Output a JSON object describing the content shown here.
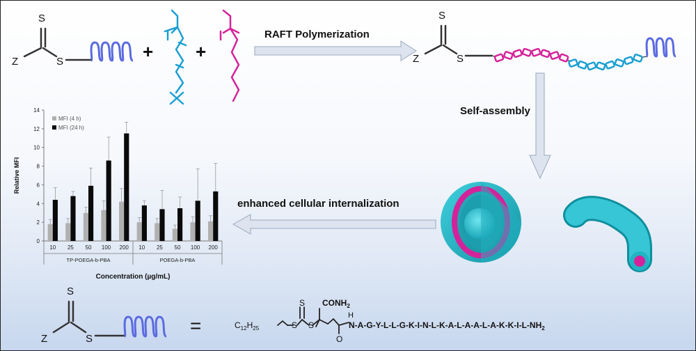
{
  "scheme": {
    "atoms": {
      "s": "S",
      "z": "Z"
    },
    "plus": "+",
    "equals": "=",
    "step_raft": "RAFT Polymerization",
    "step_self_assembly": "Self-assembly",
    "step_uptake": "enhanced cellular internalization",
    "peptide_sequence": "N-A-G-Y-L-L-G-K-I-N-L-K-A-L-A-A-L-A-K-K-I-L-NH",
    "peptide_sub": "2",
    "chain_prefix": "C",
    "chain_sub1": "12",
    "chain_mid": "H",
    "chain_sub2": "25",
    "conh2": "CONH",
    "conh2_sub": "2",
    "h_atom": "H",
    "o_atom": "O",
    "colors": {
      "blue": "#1b9fd2",
      "magenta": "#d4239a",
      "helix": "#5a6be0",
      "sphere": "#2bb8c9",
      "arrow": "#c9d3e3"
    }
  },
  "chart_data": {
    "type": "bar",
    "ylabel": "Relative MFI",
    "xlabel": "Concentration (µg/mL)",
    "ylim": [
      0,
      14
    ],
    "yticks": [
      "0",
      "2",
      "4",
      "6",
      "8",
      "10",
      "12",
      "14"
    ],
    "legend": [
      "MFI (4 h)",
      "MFI (24 h)"
    ],
    "groups": [
      "TP-POEGA-b-PBA",
      "POEGA-b-PBA"
    ],
    "categories": [
      "10",
      "25",
      "50",
      "100",
      "200",
      "10",
      "25",
      "50",
      "100",
      "200"
    ],
    "series": [
      {
        "name": "MFI (4 h)",
        "color": "#b0b0b0",
        "values": [
          1.8,
          1.9,
          3.0,
          3.3,
          4.2,
          2.0,
          1.9,
          1.3,
          2.0,
          2.1
        ],
        "errors": [
          0.5,
          0.5,
          0.6,
          1.0,
          1.4,
          0.5,
          0.5,
          0.4,
          0.6,
          0.6
        ]
      },
      {
        "name": "MFI (24 h)",
        "color": "#0a0a0a",
        "values": [
          4.4,
          4.8,
          5.9,
          8.6,
          11.5,
          3.8,
          3.4,
          3.5,
          4.3,
          5.3
        ],
        "errors": [
          1.3,
          0.5,
          1.9,
          2.5,
          1.2,
          0.5,
          2.0,
          1.2,
          3.4,
          3.0
        ]
      }
    ]
  }
}
